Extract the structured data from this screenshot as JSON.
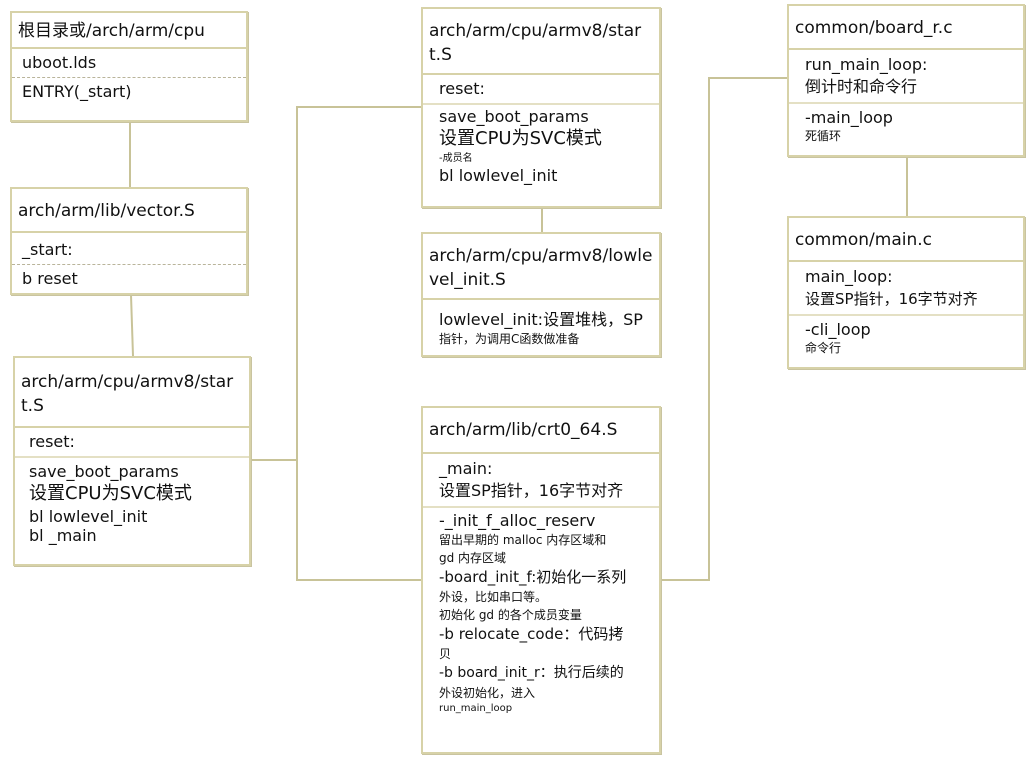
{
  "boxes": {
    "root": {
      "title": "根目录或/arch/arm/cpu",
      "lines": [
        "uboot.lds",
        "ENTRY(_start)"
      ]
    },
    "vector": {
      "title": "arch/arm/lib/vector.S",
      "lines": [
        "_start:",
        "b reset"
      ]
    },
    "start_left": {
      "title": "arch/arm/cpu/armv8/start.S",
      "reset": "reset:",
      "lines": [
        "save_boot_params",
        "设置CPU为SVC模式",
        "bl lowlevel_init",
        "bl _main"
      ]
    },
    "start_top": {
      "title": "arch/arm/cpu/armv8/start.S",
      "reset": "reset:",
      "lines": [
        "save_boot_params",
        "设置CPU为SVC模式",
        "-成员名",
        "bl lowlevel_init"
      ]
    },
    "lowlevel": {
      "title": "arch/arm/cpu/armv8/lowlevel_init.S",
      "text1": "lowlevel_init:设置堆栈，SP",
      "text2": "指针，为调用C函数做准备"
    },
    "crt0": {
      "title": "arch/arm/lib/crt0_64.S",
      "main_label": "_main:",
      "main_desc": "设置SP指针，16字节对齐",
      "l1": "-_init_f_alloc_reserv",
      "l2": "留出早期的 malloc 内存区域和",
      "l3": "gd 内存区域",
      "l4": "-board_init_f:初始化一系列",
      "l5": "外设，比如串口等。",
      "l6": "初始化 gd 的各个成员变量",
      "l7": "-b relocate_code：代码拷",
      "l8": "贝",
      "l9": "-b board_init_r：执行后续的",
      "l10": "外设初始化，进入",
      "l11": "run_main_loop"
    },
    "board_r": {
      "title": "common/board_r.c",
      "s1a": "run_main_loop:",
      "s1b": "倒计时和命令行",
      "s2a": "-main_loop",
      "s2b": "死循环"
    },
    "main_c": {
      "title": "common/main.c",
      "s1a": "main_loop:",
      "s1b": "设置SP指针，16字节对齐",
      "s2a": "-cli_loop",
      "s2b": "命令行"
    }
  },
  "colors": {
    "border": "#d7d2a8",
    "connector": "#c8c398"
  }
}
